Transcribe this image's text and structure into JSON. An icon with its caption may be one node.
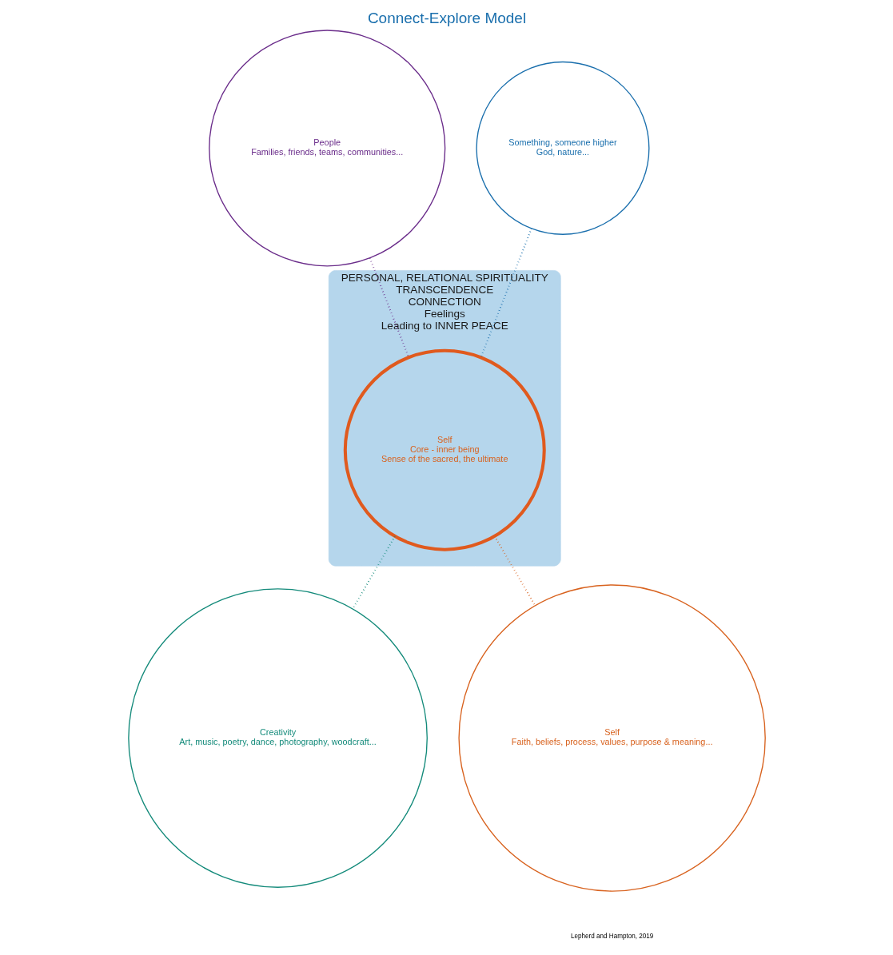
{
  "diagram": {
    "title": "Connect-Explore Model",
    "caption": "Lepherd and Hampton, 2019",
    "nodes": [
      {
        "text": [
          "PERSONAL, RELATIONAL SPIRITUALITY",
          "TRANSCENDENCE",
          "CONNECTION",
          "Feelings",
          "Leading to INNER PEACE"
        ]
      },
      {
        "text": [
          "Self",
          "Core - inner being",
          "Sense of the sacred, the ultimate"
        ],
        "in": 0
      },
      {
        "text": [
          "People",
          "Families, friends, teams, communities..."
        ]
      },
      {
        "text": [
          "Something, someone higher",
          "God, nature..."
        ]
      },
      {
        "text": [
          "Creativity",
          "Art, music, poetry, dance, photography, woodcraft..."
        ]
      },
      {
        "text": [
          "Self",
          "Faith, beliefs, process, values, purpose & meaning..."
        ]
      }
    ],
    "edges": [
      {
        "from": 2,
        "to": 1,
        "arrow": "none",
        "style": "dashed",
        "color": "#6a2c8a"
      },
      {
        "from": 3,
        "to": 1,
        "arrow": "none",
        "style": "dashed",
        "color": "#1a6fad"
      },
      {
        "from": 1,
        "to": 4,
        "arrow": "none",
        "style": "dashed",
        "color": "#138a7a"
      },
      {
        "from": 1,
        "to": 5,
        "arrow": "none",
        "style": "dashed",
        "color": "#d8621e"
      }
    ]
  }
}
